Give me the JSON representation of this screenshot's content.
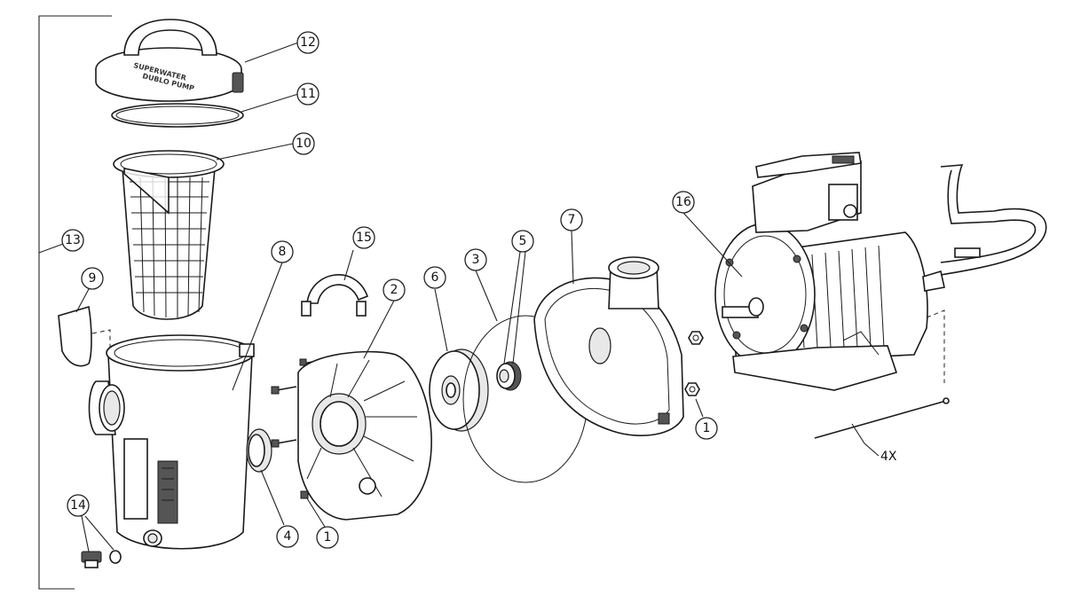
{
  "callouts": {
    "c1a": "1",
    "c1b": "1",
    "c2": "2",
    "c3": "3",
    "c4": "4",
    "c5": "5",
    "c6": "6",
    "c7": "7",
    "c8": "8",
    "c9": "9",
    "c10": "10",
    "c11": "11",
    "c12": "12",
    "c13": "13",
    "c14": "14",
    "c15": "15",
    "c16": "16"
  },
  "quantity_note": "4X",
  "lid_text": {
    "line1": "SUPERWATER",
    "line2": "DUBLO PUMP"
  },
  "colors": {
    "line": "#1a1a1a",
    "background": "#ffffff"
  }
}
